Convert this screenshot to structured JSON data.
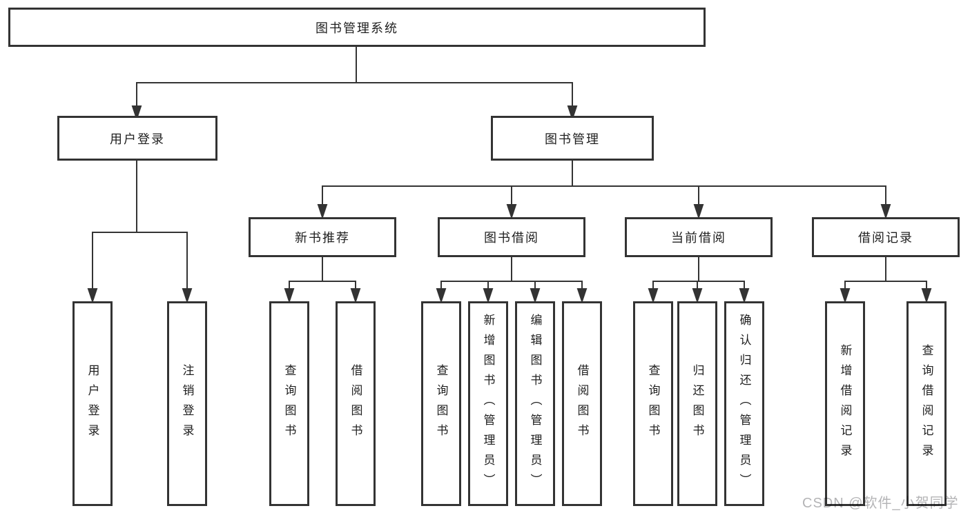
{
  "tree": {
    "label": "图书管理系统",
    "children": [
      {
        "label": "用户登录",
        "children": [
          {
            "label": "用户登录"
          },
          {
            "label": "注销登录"
          }
        ]
      },
      {
        "label": "图书管理",
        "children": [
          {
            "label": "新书推荐",
            "children": [
              {
                "label": "查询图书"
              },
              {
                "label": "借阅图书"
              }
            ]
          },
          {
            "label": "图书借阅",
            "children": [
              {
                "label": "查询图书"
              },
              {
                "label": "新增图书（管理员）"
              },
              {
                "label": "编辑图书（管理员）"
              },
              {
                "label": "借阅图书"
              }
            ]
          },
          {
            "label": "当前借阅",
            "children": [
              {
                "label": "查询图书"
              },
              {
                "label": "归还图书"
              },
              {
                "label": "确认归还（管理员）"
              }
            ]
          },
          {
            "label": "借阅记录",
            "children": [
              {
                "label": "新增借阅记录"
              },
              {
                "label": "查询借阅记录"
              }
            ]
          }
        ]
      }
    ]
  },
  "watermark": "CSDN @软件_小贺同学",
  "colors": {
    "line": "#333333",
    "box_border": "#333333",
    "box_fill": "#ffffff",
    "text": "#1f1f1f",
    "watermark": "#b4b4b6",
    "background": "#ffffff"
  }
}
